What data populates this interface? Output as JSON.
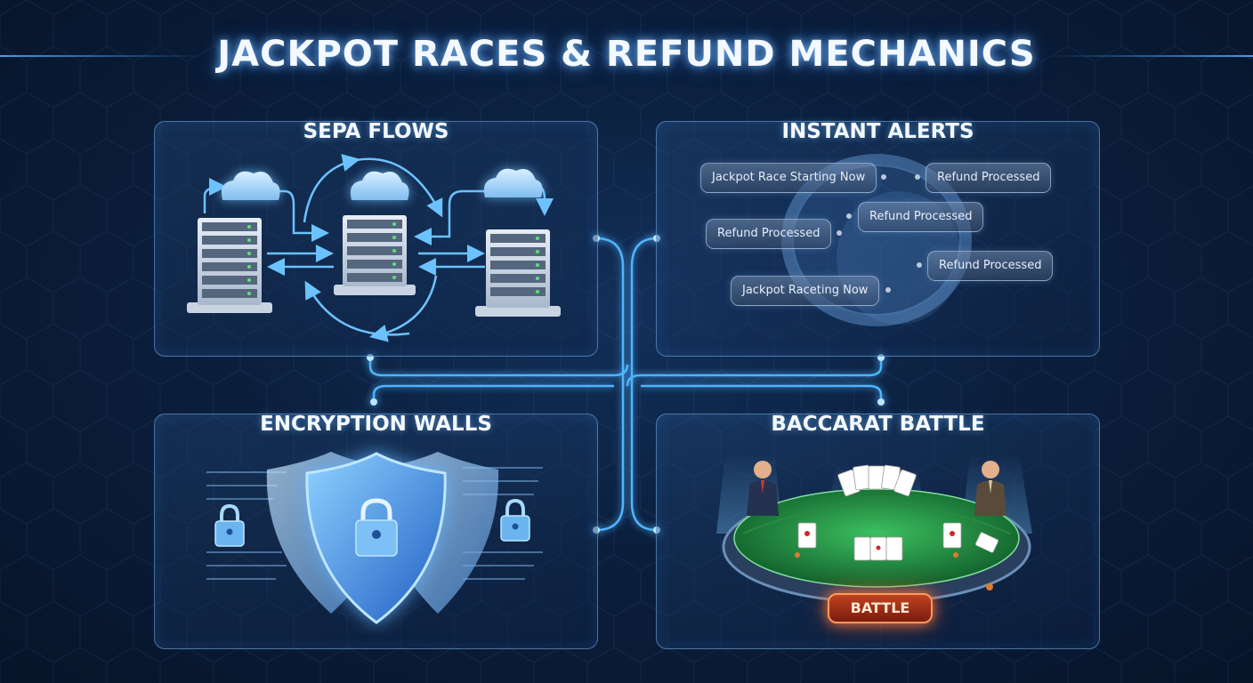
{
  "title": "JACKPOT RACES & REFUND MECHANICS",
  "panels": {
    "sepa": {
      "title": "SEPA FLOWS"
    },
    "alerts": {
      "title": "INSTANT ALERTS",
      "items": [
        "Jackpot Race Starting Now",
        "Refund Processed",
        "Refund Processed",
        "Refund Processed",
        "Refund Processed",
        "Jackpot Raceting Now"
      ]
    },
    "encryption": {
      "title": "ENCRYPTION WALLS"
    },
    "baccarat": {
      "title": "BACCARAT BATTLE",
      "badge": "BATTLE"
    }
  },
  "colors": {
    "accent": "#4fb4ff",
    "panel_border": "#78b4eb",
    "table_green": "#1f8a3c",
    "badge": "#c0421f"
  }
}
